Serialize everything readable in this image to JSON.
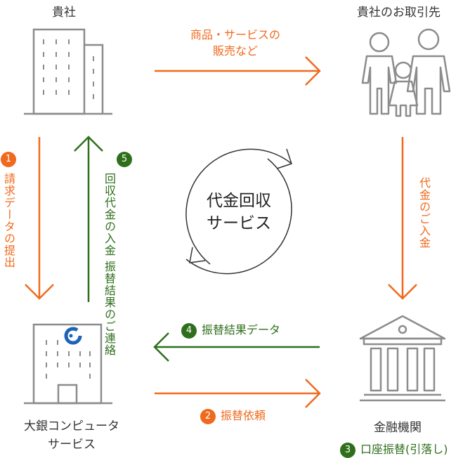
{
  "company": {
    "label": "貴社"
  },
  "client": {
    "label": "貴社のお取引先"
  },
  "service_center": {
    "line1": "大銀コンピュータ",
    "line2": "サービス"
  },
  "bank": {
    "label": "金融機関"
  },
  "center": {
    "line1": "代金回収",
    "line2": "サービス"
  },
  "flows": {
    "sales": {
      "line1": "商品・サービスの",
      "line2": "販売など"
    },
    "payment": {
      "text": "代金のご入金"
    },
    "step1": {
      "num": "1",
      "text": "請求データの提出"
    },
    "step2": {
      "num": "2",
      "text": "振替依頼"
    },
    "step3": {
      "num": "3",
      "text": "口座振替(引落し)"
    },
    "step4": {
      "num": "4",
      "text": "振替結果データ"
    },
    "step5": {
      "num": "5",
      "line1": "回収代金の入金",
      "line2": "振替結果のご連絡"
    }
  },
  "colors": {
    "orange": "#f06a1e",
    "green": "#2f6f1c",
    "gray": "#888888",
    "blue": "#1d63b8"
  }
}
